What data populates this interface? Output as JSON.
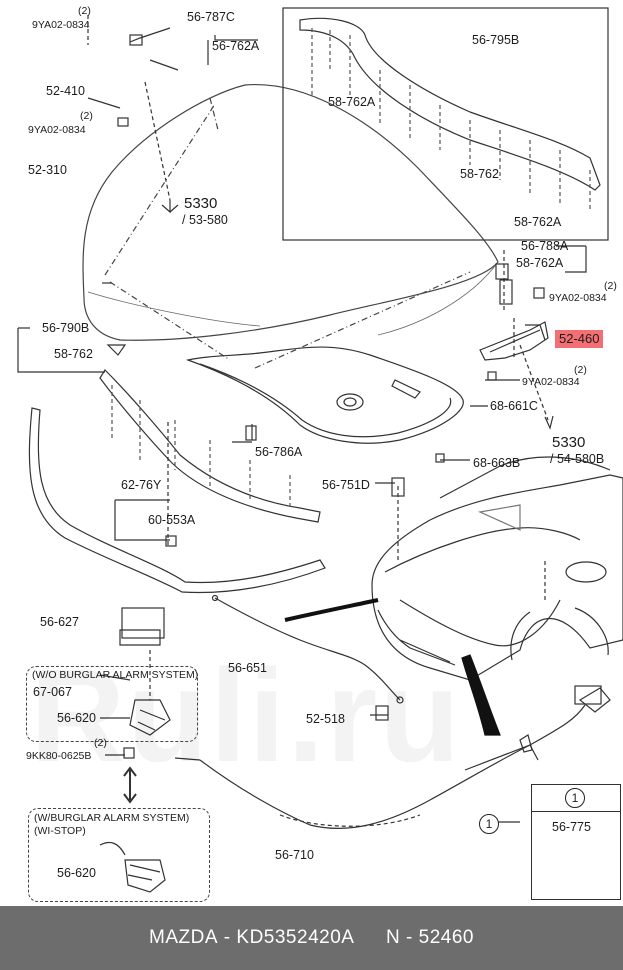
{
  "labels": {
    "p56787c": "56-787C",
    "p56762a": "56-762A",
    "bolt_qty_1": "(2)",
    "bolt_1": "9YA02-0834",
    "p52410": "52-410",
    "bolt_qty_2": "(2)",
    "bolt_2": "9YA02-0834",
    "p52310": "52-310",
    "ref5330a": "5330",
    "ref53580": "/ 53-580",
    "p56795b": "56-795B",
    "p58762a_1": "58-762A",
    "p58762": "58-762",
    "p58762a_2": "58-762A",
    "p56788a": "56-788A",
    "p58762a_3": "58-762A",
    "bolt_qty_3": "(2)",
    "bolt_3": "9YA02-0834",
    "p52460": "52-460",
    "bolt_qty_4": "(2)",
    "bolt_4": "9YA02-0834",
    "p56790b": "56-790B",
    "p58762_2": "58-762",
    "p68661c": "68-661C",
    "ref5330b": "5330",
    "ref54580b": "/ 54-580B",
    "p56786a": "56-786A",
    "p68663b": "68-663B",
    "p56751d": "56-751D",
    "p6276y": "62-76Y",
    "p60553a": "60-553A",
    "p56627": "56-627",
    "p56651": "56-651",
    "wo_alarm": "(W/O BURGLAR ALARM SYSTEM)",
    "p67067": "67-067",
    "p56620a": "56-620",
    "bolt_qty_5": "(2)",
    "bolt_5": "9KK80-0625B",
    "p52518": "52-518",
    "w_alarm": "(W/BURGLAR ALARM SYSTEM)",
    "wi_stop": "(WI-STOP)",
    "p56620b": "56-620",
    "p56710": "56-710",
    "callout_1": "1",
    "legend_num": "1",
    "legend_part": "56-775"
  },
  "watermark": "Ruli.ru",
  "footer": {
    "brand": "MAZDA",
    "sep1": " - ",
    "part_number": "KD5352420A",
    "gap": "  ",
    "n_label": "N",
    "sep2": " - ",
    "n_value": "52460"
  },
  "colors": {
    "highlight": "#f36f73",
    "footer_bg": "#6d6d6d",
    "line": "#333333"
  }
}
